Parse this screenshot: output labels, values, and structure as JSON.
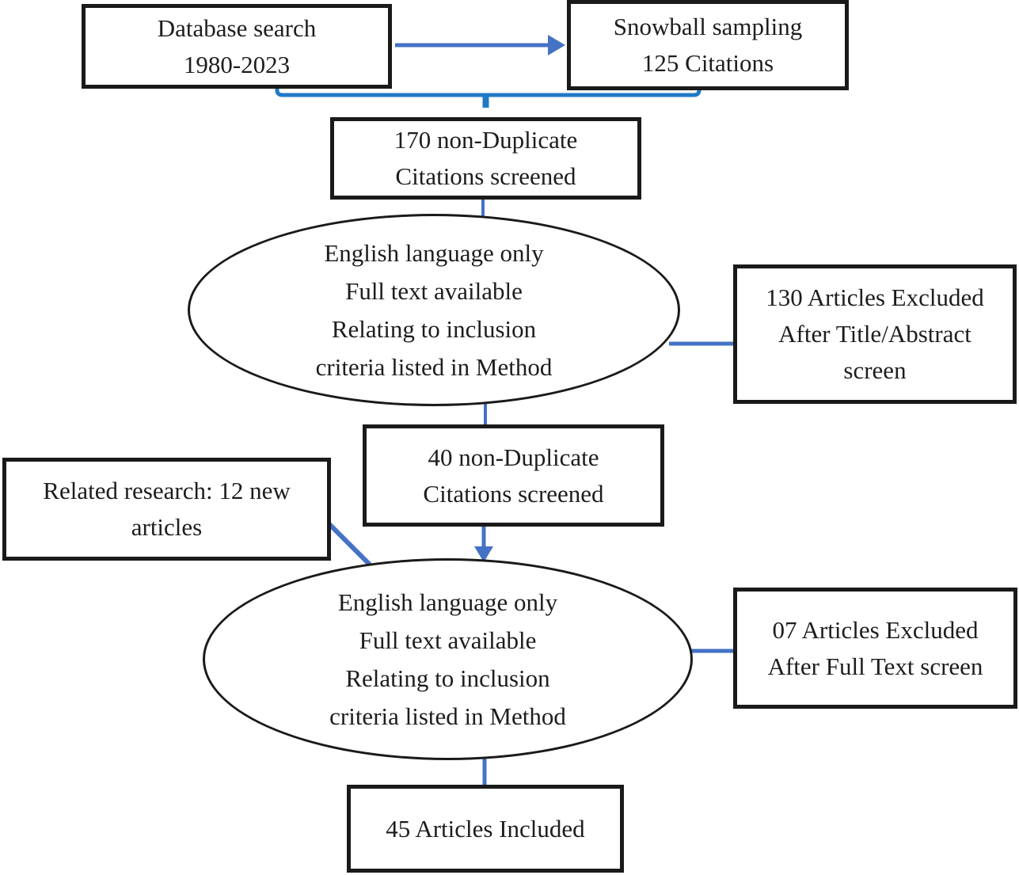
{
  "diagram": {
    "type": "flowchart",
    "colors": {
      "connector": "#4472C4",
      "bracket": "#2079C7",
      "node_border": "#1a1a1a",
      "text": "#1d1d1d"
    },
    "nodes": {
      "database_search": {
        "lines": [
          "Database search",
          "1980-2023"
        ]
      },
      "snowball_sampling": {
        "lines": [
          "Snowball sampling",
          "125 Citations"
        ]
      },
      "nonduplicate_170": {
        "lines": [
          "170 non-Duplicate",
          "Citations screened"
        ]
      },
      "inclusion_criteria_screen_1": {
        "lines": [
          "English language only",
          "Full text available",
          "Relating to inclusion",
          "criteria listed in Method"
        ]
      },
      "excluded_130": {
        "lines": [
          "130 Articles Excluded",
          "After Title/Abstract",
          "screen"
        ]
      },
      "nonduplicate_40": {
        "lines": [
          "40 non-Duplicate",
          "Citations screened"
        ]
      },
      "related_research": {
        "lines": [
          "Related research: 12 new",
          "articles"
        ]
      },
      "inclusion_criteria_screen_2": {
        "lines": [
          "English language only",
          "Full text available",
          "Relating to inclusion",
          "criteria listed in Method"
        ]
      },
      "excluded_07": {
        "lines": [
          "07 Articles Excluded",
          "After Full Text screen"
        ]
      },
      "included_45": {
        "lines": [
          "45 Articles Included"
        ]
      }
    }
  }
}
